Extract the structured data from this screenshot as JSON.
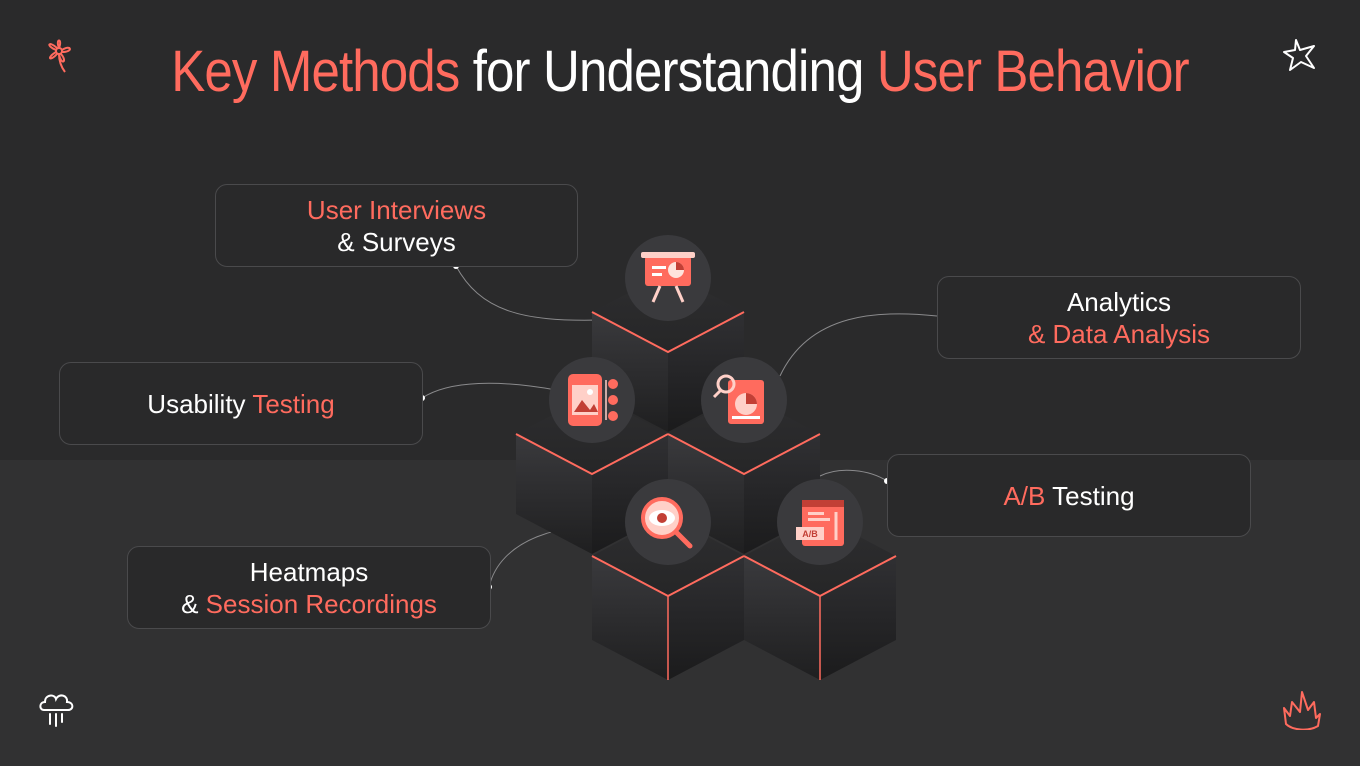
{
  "title": {
    "part1": "Key Methods",
    "part2": " for Understanding ",
    "part3": "User Behavior"
  },
  "cards": {
    "interviews": {
      "line1_accent": "User Interviews",
      "line2_prefix": "& ",
      "line2_rest": "Surveys"
    },
    "analytics": {
      "line1": "Analytics",
      "line2_accent": "& Data Analysis"
    },
    "usability": {
      "word1": "Usability ",
      "word2_accent": "Testing"
    },
    "ab": {
      "word1_accent": "A/B",
      "word2": " Testing"
    },
    "heatmaps": {
      "line1": "Heatmaps",
      "line2_prefix": "& ",
      "line2_accent": "Session Recordings"
    }
  },
  "icons": {
    "top_left": "flower-icon",
    "top_right": "star-icon",
    "bottom_left": "cloud-rain-icon",
    "bottom_right": "crown-icon",
    "node_presentation": "presentation-board-icon",
    "node_mobile": "mobile-testing-icon",
    "node_analytics": "document-chart-icon",
    "node_eye": "eye-magnifier-icon",
    "node_ab": "ab-test-window-icon"
  },
  "ab_icon_text": "A/B",
  "colors": {
    "accent": "#ff6b5e",
    "text": "#ffffff",
    "background": "#2a2a2b",
    "card_border": "#4a4a4c"
  }
}
